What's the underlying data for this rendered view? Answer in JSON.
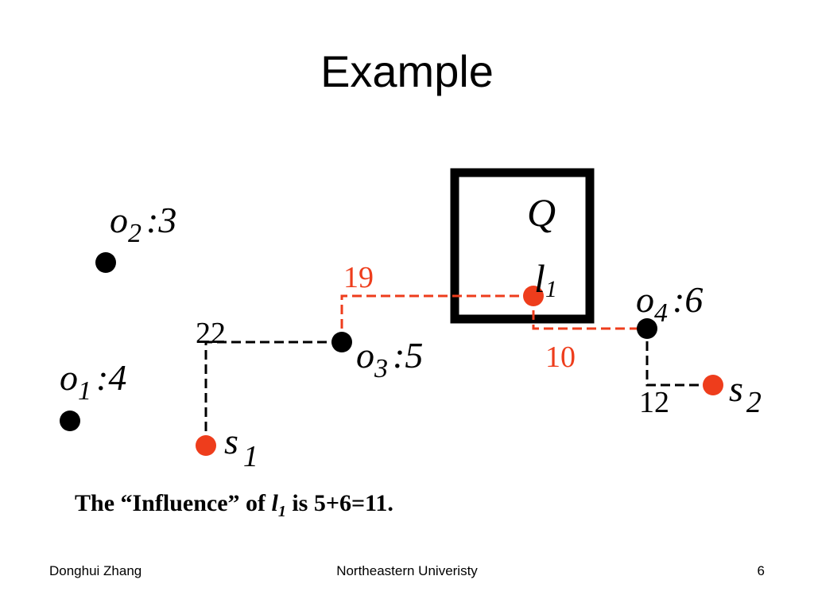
{
  "slide": {
    "title": "Example",
    "caption": {
      "prefix": "The “Influence” of ",
      "var": "l",
      "sub": "1",
      "suffix": " is 5+6=11."
    },
    "footer": {
      "left": "Donghui Zhang",
      "center": "Northeastern Univeristy",
      "right": "6"
    }
  },
  "diagram": {
    "query_label": "Q",
    "points": {
      "o2": {
        "name": "o",
        "sub": "2",
        "weight": ":3"
      },
      "o1": {
        "name": "o",
        "sub": "1",
        "weight": ":4"
      },
      "o3": {
        "name": "o",
        "sub": "3",
        "weight": ":5"
      },
      "o4": {
        "name": "o",
        "sub": "4",
        "weight": ":6"
      },
      "l1": {
        "name": "l",
        "sub": "1"
      },
      "s1": {
        "name": "s",
        "sub": "1"
      },
      "s2": {
        "name": "s",
        "sub": "2"
      }
    },
    "distances": {
      "l1_o3": "19",
      "l1_o4": "10",
      "s1_o3": "22",
      "s2_o4": "12"
    },
    "colors": {
      "object": "#000000",
      "site": "#ee3d1c",
      "highlight_path": "#ee3d1c",
      "other_path": "#000000"
    }
  }
}
